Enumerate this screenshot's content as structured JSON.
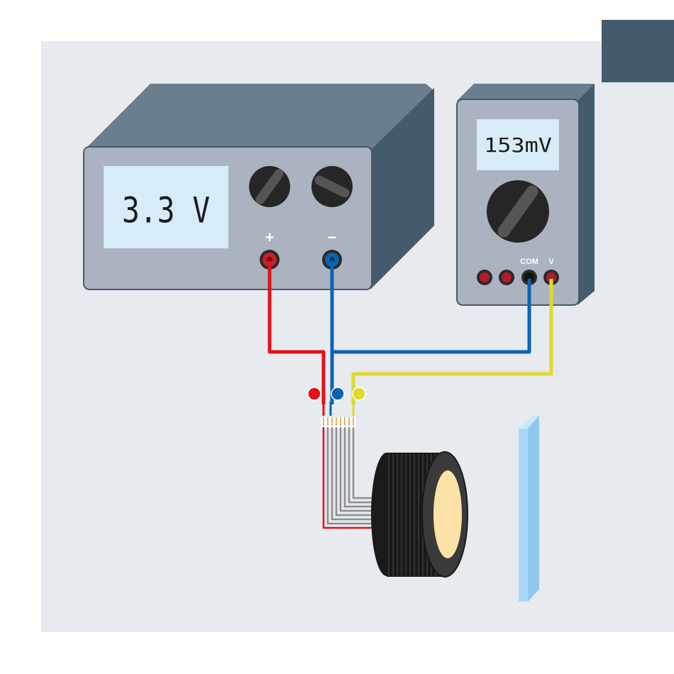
{
  "power_supply": {
    "display": "3.3 V",
    "positive_label": "+",
    "negative_label": "−"
  },
  "multimeter": {
    "display": "153mV",
    "com_label": "COM",
    "v_label": "V"
  },
  "colors": {
    "background_panel": "#e7eaee",
    "housing_dark": "#455b6c",
    "housing_top": "#6a7e8e",
    "front_panel": "#aab3bf",
    "lcd": "#d8ecf8",
    "wire_red": "#e0121a",
    "wire_blue": "#0b63b4",
    "wire_yellow": "#dcdc2c",
    "sensor_window": "#fde2a7",
    "glass_plate": "#a9d8f7",
    "corner_square": "#455b6c"
  }
}
